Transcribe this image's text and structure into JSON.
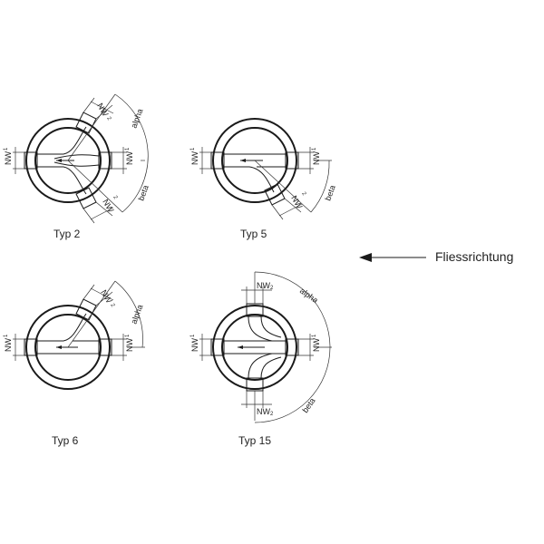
{
  "diagrams": [
    {
      "type_label": "Typ 2",
      "nw_label": "NW",
      "nw_sub": "1",
      "nw2_sub": "2",
      "alpha": "alpha",
      "beta": "beta"
    },
    {
      "type_label": "Typ 5",
      "nw_label": "NW",
      "nw_sub": "1",
      "nw2_sub": "2",
      "beta": "beta"
    },
    {
      "type_label": "Typ 6",
      "nw_label": "NW",
      "nw_sub": "1",
      "nw2_sub": "2",
      "alpha": "alpha"
    },
    {
      "type_label": "Typ 15",
      "nw_label": "NW",
      "nw_sub": "1",
      "nw2_label": "NW",
      "nw2_sub": "2",
      "alpha": "alpha",
      "beta": "beta"
    }
  ],
  "flow": {
    "label": "Fliessrichtung",
    "arrow_icon": "arrow-left-icon"
  }
}
